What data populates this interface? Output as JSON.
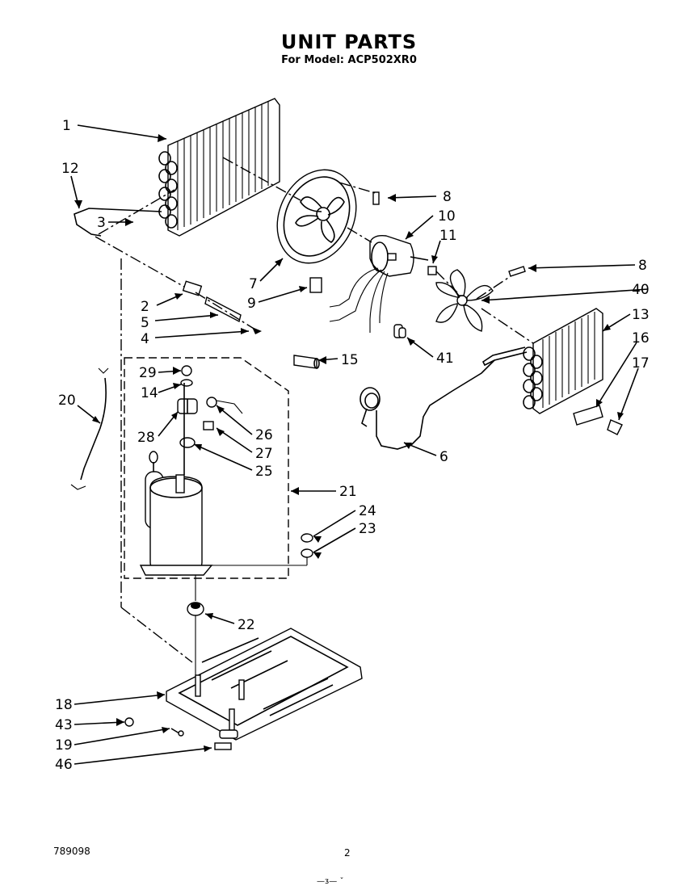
{
  "title": "UNIT PARTS",
  "subtitle": "For Model: ACP502XR0",
  "footer": {
    "doc_number": "789098",
    "page_number": "2",
    "bottom_text": "—ᴣ— ˇ"
  },
  "callouts": {
    "c1": "1",
    "c12": "12",
    "c3": "3",
    "c8a": "8",
    "c10": "10",
    "c11": "11",
    "c8b": "8",
    "c40": "40",
    "c13": "13",
    "c16": "16",
    "c17": "17",
    "c7": "7",
    "c9": "9",
    "c2": "2",
    "c5": "5",
    "c4": "4",
    "c15": "15",
    "c41": "41",
    "c20": "20",
    "c29": "29",
    "c14": "14",
    "c28": "28",
    "c26": "26",
    "c27": "27",
    "c25": "25",
    "c6": "6",
    "c21": "21",
    "c24": "24",
    "c23": "23",
    "c22": "22",
    "c18": "18",
    "c43": "43",
    "c19": "19",
    "c46": "46"
  }
}
